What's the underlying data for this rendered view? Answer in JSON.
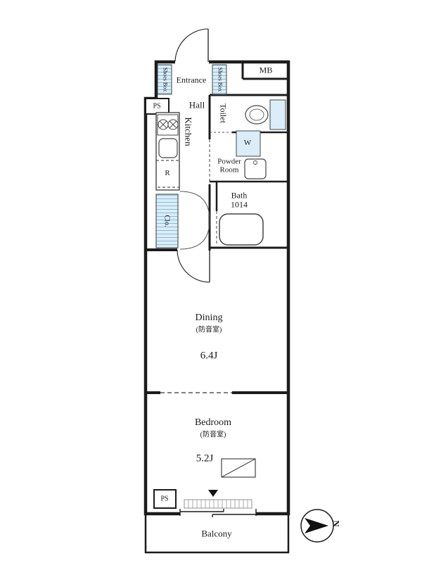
{
  "floorplan": {
    "mb": "MB",
    "entrance": "Entrance",
    "shoes_box_left": "Shoes Box",
    "shoes_box_right": "Shoes Box",
    "ps_top": "PS",
    "hall": "Hall",
    "kitchen": "Kitchen",
    "toilet": "Toilet",
    "washer": "W",
    "powder_room": {
      "line1": "Powder",
      "line2": "Room"
    },
    "refrigerator": "R",
    "closet": "Clo.",
    "bath": {
      "line1": "Bath",
      "line2": "1014"
    },
    "dining": {
      "name": "Dining",
      "soundproof": "(防音室)",
      "size": "6.4J"
    },
    "bedroom": {
      "name": "Bedroom",
      "soundproof": "(防音室)",
      "size": "5.2J"
    },
    "ps_bottom": "PS",
    "balcony": "Balcony",
    "compass": "N",
    "colors": {
      "wall": "#1c1c1c",
      "fixture_fill": "#daedf8",
      "fixture_stroke": "#444444"
    }
  }
}
